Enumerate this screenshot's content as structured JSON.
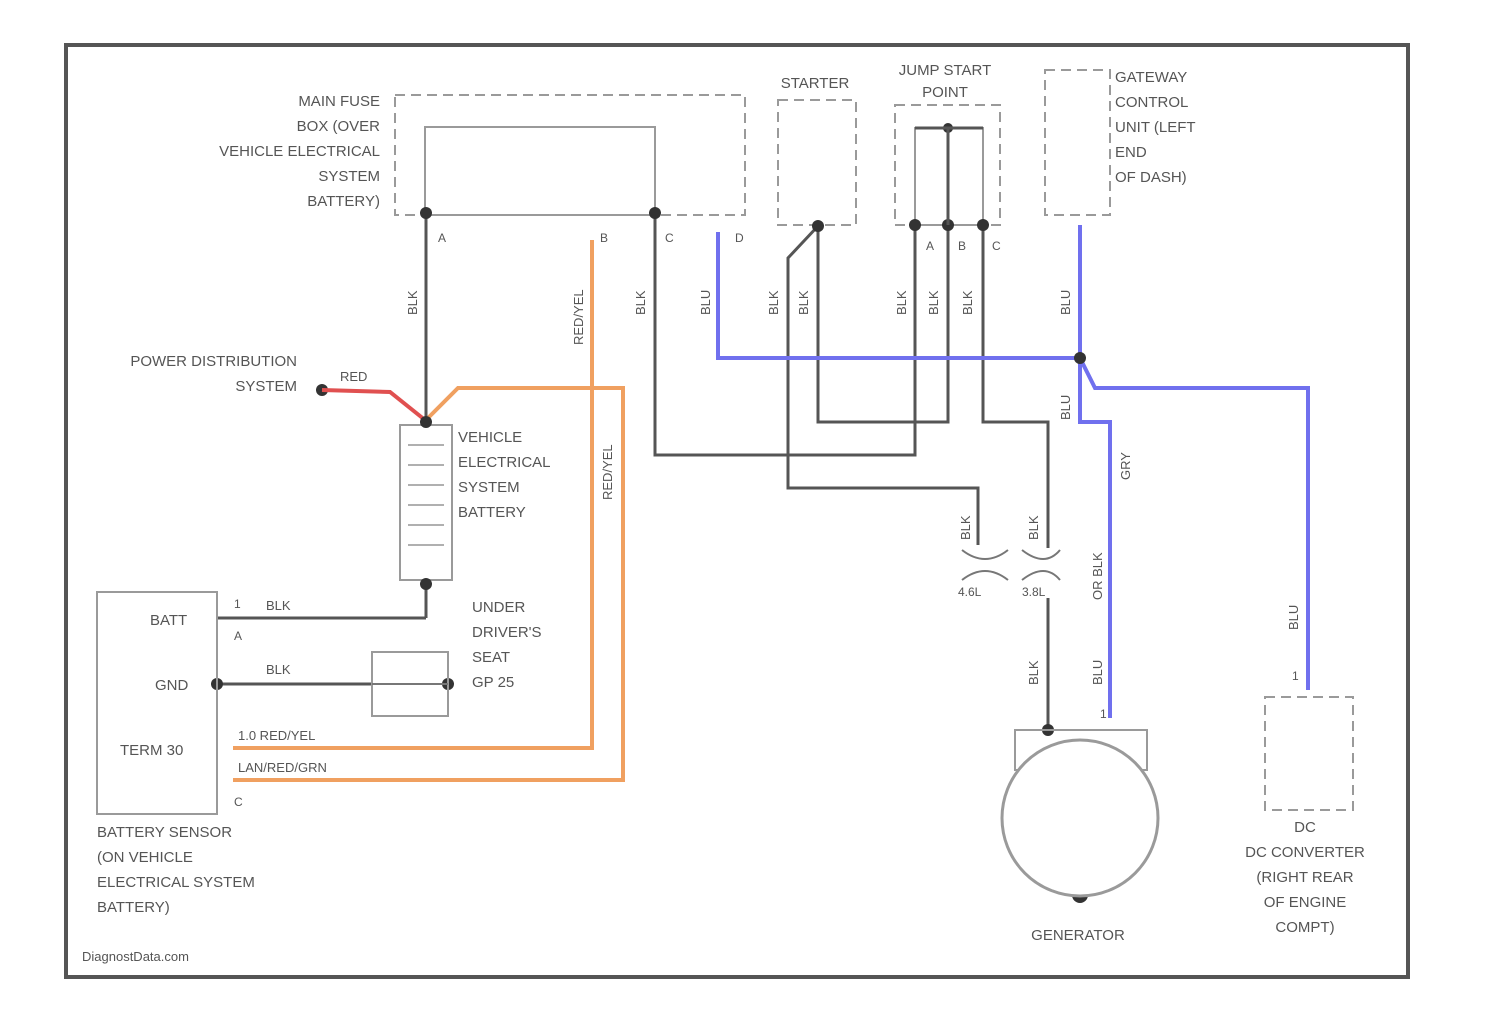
{
  "watermark": "DiagnostData.com",
  "components": {
    "main_fuse_box": [
      "MAIN FUSE",
      "BOX (OVER",
      "VEHICLE ELECTRICAL",
      "SYSTEM",
      "BATTERY)"
    ],
    "starter": "STARTER",
    "jump_start_point": [
      "JUMP START",
      "POINT"
    ],
    "gateway": [
      "GATEWAY",
      "CONTROL",
      "UNIT (LEFT",
      "END",
      "OF DASH)"
    ],
    "power_distribution": [
      "POWER DISTRIBUTION",
      "SYSTEM"
    ],
    "battery": [
      "VEHICLE",
      "ELECTRICAL",
      "SYSTEM",
      "BATTERY"
    ],
    "under_seat": [
      "UNDER",
      "DRIVER'S",
      "SEAT",
      "GP 25"
    ],
    "battery_sensor": [
      "BATTERY SENSOR",
      "(ON VEHICLE",
      "ELECTRICAL SYSTEM",
      "BATTERY)"
    ],
    "generator": "GENERATOR",
    "dc_converter": [
      "DC",
      "DC CONVERTER",
      "(RIGHT REAR",
      "OF ENGINE",
      "COMPT)"
    ]
  },
  "sensor_pins": {
    "batt": "BATT",
    "gnd": "GND",
    "term": "TERM 30"
  },
  "pins": {
    "fuse_a": "A",
    "fuse_b": "B",
    "fuse_c": "C",
    "fuse_d": "D",
    "jump_a": "A",
    "jump_b": "B",
    "jump_c": "C",
    "sensor_1": "1",
    "sensor_a": "A",
    "sensor_c": "C",
    "conn_left": "4.6L",
    "conn_right": "3.8L",
    "gen_pin": "1",
    "dc_pin": "1"
  },
  "wire_labels": {
    "red": "RED",
    "blk": "BLK",
    "blu": "BLU",
    "red_yel": "RED/YEL",
    "sensor_red_yel": "1.0 RED/YEL",
    "sensor_lan": "LAN/RED/GRN",
    "gry": "GRY",
    "orblk": "OR BLK"
  }
}
